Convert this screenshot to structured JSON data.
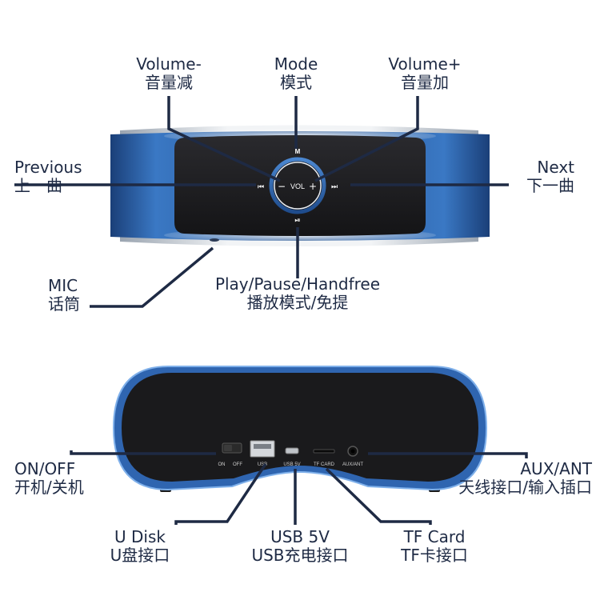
{
  "top_panel": {
    "mode_mark": "M",
    "vol_text": "VOL",
    "minus_mark": "−",
    "plus_mark": "+",
    "prev_glyph": "⏮",
    "next_glyph": "⏭",
    "play_glyph": "⏯"
  },
  "bottom_panel": {
    "on_text": "ON",
    "off_text": "OFF",
    "usb_text": "USB",
    "usb5v_text": "USB 5V",
    "tfcard_text": "TF CARD",
    "auxant_text": "AUX/ANT"
  },
  "callouts": {
    "volume_minus": {
      "en": "Volume-",
      "zh": "音量减"
    },
    "mode": {
      "en": "Mode",
      "zh": "模式"
    },
    "volume_plus": {
      "en": "Volume+",
      "zh": "音量加"
    },
    "previous": {
      "en": "Previous",
      "zh": "上一曲"
    },
    "next": {
      "en": "Next",
      "zh": "下一曲"
    },
    "mic": {
      "en": "MIC",
      "zh": "话筒"
    },
    "play_pause": {
      "en": "Play/Pause/Handfree",
      "zh": "播放模式/免提"
    },
    "on_off": {
      "en": "ON/OFF",
      "zh": "开机/关机"
    },
    "aux_ant": {
      "en": "AUX/ANT",
      "zh": "天线接口/输入插口"
    },
    "u_disk": {
      "en": "U Disk",
      "zh": "U盘接口"
    },
    "usb_5v": {
      "en": "USB 5V",
      "zh": "USB充电接口"
    },
    "tf_card": {
      "en": "TF Card",
      "zh": "TF卡接口"
    }
  },
  "colors": {
    "body_blue": "#2c5fa6",
    "panel_dark": "#1d1d20",
    "callout_line": "#1e2a44",
    "chrome": "#d8dde3"
  }
}
